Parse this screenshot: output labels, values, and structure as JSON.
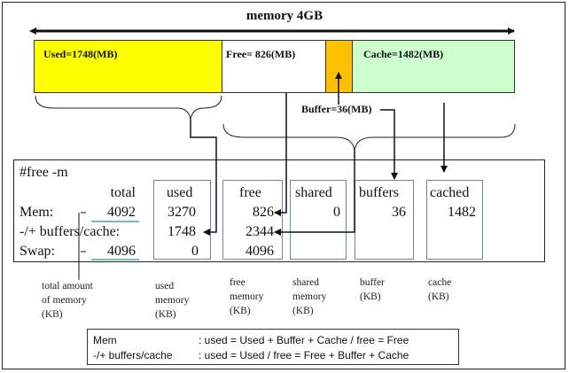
{
  "title": "memory 4GB",
  "bar": {
    "used": {
      "label": "Used=1748(MB)",
      "mb": 1748,
      "color": "#ffff00"
    },
    "free": {
      "label": "Free= 826(MB)",
      "mb": 826,
      "color": "#ffffff"
    },
    "buffer": {
      "label": "Buffer=36(MB)",
      "mb": 36,
      "color": "#ffc000"
    },
    "cache": {
      "label": "Cache=1482(MB)",
      "mb": 1482,
      "color": "#ccffcc"
    }
  },
  "command": "#free  -m",
  "headers": {
    "total": "total",
    "used": "used",
    "free": "free",
    "shared": "shared",
    "buffers": "buffers",
    "cached": "cached"
  },
  "rows": [
    {
      "label": "Mem:",
      "total": "4092",
      "used": "3270",
      "free": "826",
      "shared": "0",
      "buffers": "36",
      "cached": "1482"
    },
    {
      "label": "-/+ buffers/cache:",
      "used": "1748",
      "free": "2344"
    },
    {
      "label": "Swap:",
      "total": "4096",
      "used": "0",
      "free": "4096"
    }
  ],
  "captions": {
    "total": "total amount\nof memory\n(KB)",
    "used": "used\nmemory\n(KB)",
    "free": "free\nmemory\n(KB)",
    "shared": "shared\nmemory\n(KB)",
    "buffer": "buffer\n(KB)",
    "cache": "cache\n(KB)"
  },
  "formulas": [
    {
      "name": "Mem",
      "expr": ": used = Used + Buffer + Cache  /  free = Free"
    },
    {
      "name": "-/+ buffers/cache",
      "expr": ": used = Used  /  free = Free + Buffer + Cache"
    }
  ],
  "colors": {
    "underline": "#4aa3a8",
    "column_border": "#6f86a6"
  }
}
